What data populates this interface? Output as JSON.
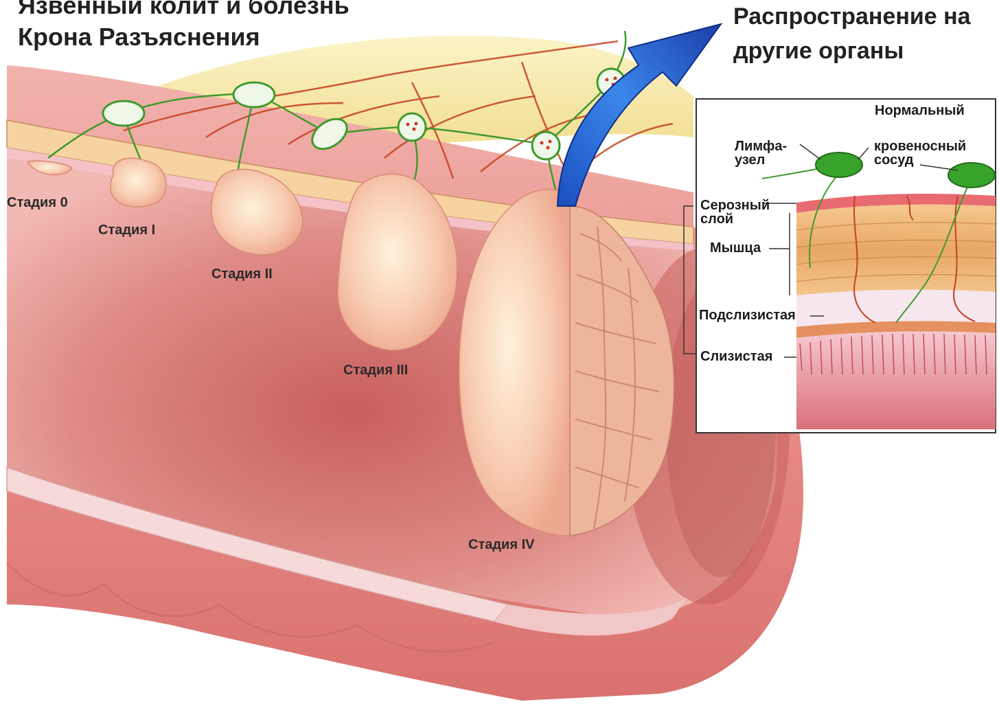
{
  "title": {
    "line1": "Язвенный колит и болезнь",
    "line2": "Крона Разъяснения"
  },
  "spread": {
    "line1": "Распространение на",
    "line2": "другие органы"
  },
  "stages": [
    "Стадия 0",
    "Стадия I",
    "Стадия II",
    "Стадия III",
    "Стадия IV"
  ],
  "inset": {
    "normal": "Нормальный",
    "lymph_line1": "Лимфа-",
    "lymph_line2": "узел",
    "vessel_line1": "кровеносный",
    "vessel_line2": "сосуд",
    "serosa_line1": "Серозный",
    "serosa_line2": "слой",
    "muscle": "Мышца",
    "submucosa": "Подслизистая",
    "mucosa": "Слизистая"
  }
}
